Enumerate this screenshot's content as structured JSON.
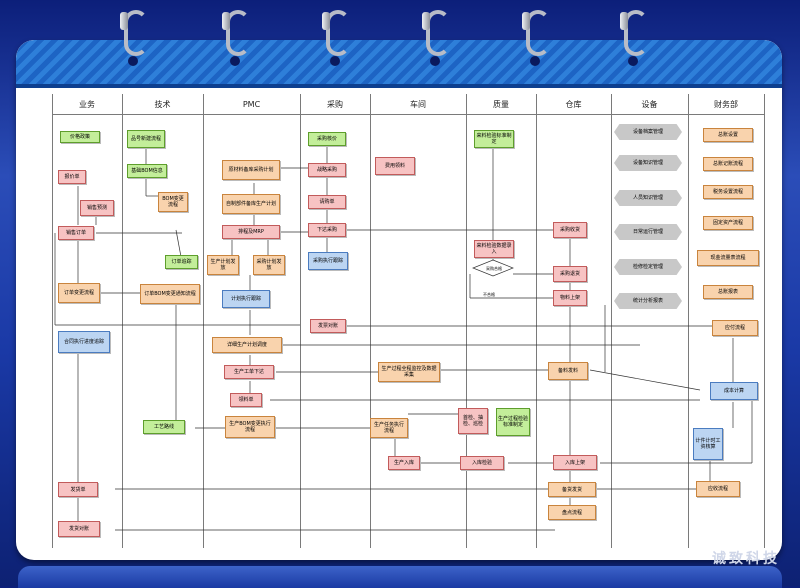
{
  "lanes": [
    "业务",
    "技术",
    "PMC",
    "采购",
    "车间",
    "质量",
    "仓库",
    "设备",
    "财务部"
  ],
  "nodes": {
    "jgzc": "价格政策",
    "bjd": "报价单",
    "xsyc": "销售预测",
    "xsdd": "销售订单",
    "ddbg": "订单变更流程",
    "htzx": "合同执行进度追踪",
    "fhd": "发货单",
    "fhdz": "发货对账",
    "phxj": "品号新建流程",
    "jcbom": "基础BOM信息",
    "bombg": "BOM变更流程",
    "ddtz": "订单追踪",
    "ddbombg": "订单BOM变更通知流程",
    "gylx": "工艺路线",
    "ycl": "原材料备库采购计划",
    "zzbj": "自制部件备库生产计划",
    "pcmrp": "排程及MRP",
    "scjh": "生产计划发放",
    "cgjh": "采购计划发放",
    "jhzx": "计划执行跟踪",
    "xxsc": "详细生产计划调度",
    "scgd": "生产工单下达",
    "llyd": "领料单",
    "scbom": "生产BOM变更执行流程",
    "cghb": "采购核价",
    "zlcg": "战略采购",
    "qgd": "请购单",
    "xdcg": "下达采购",
    "cgzx": "采购执行跟踪",
    "fpdz": "发票对账",
    "fyll": "费用领料",
    "scgc": "生产任务执行流程",
    "scrk": "生产入库",
    "wljb": "来料检验标准制定",
    "wljy": "来料检验数据录入",
    "cjhg": "采购合格",
    "scgk": "生产过程全程监控及数据采集",
    "sjcj": "首检、抽检、巡检",
    "scgj": "生产过程检验标准制定",
    "rkjy": "入库检验",
    "cgsh": "采购收货",
    "cgtl": "采购退货",
    "wlsj": "物料上架",
    "blfl": "备料发料",
    "rksj": "入库上架",
    "bhfh": "备货发货",
    "pdlc": "盘点流程",
    "sbda": "设备档案管理",
    "sbzs": "设备知识管理",
    "ryzs": "人员知识管理",
    "rcyx": "日常运行管理",
    "jxjd": "检修检定管理",
    "tjfx": "统计分析报表",
    "zzsz": "总账设置",
    "zzjz": "总账记账流程",
    "swsz": "税务设置流程",
    "gdzc": "固定资产流程",
    "xjll": "现金流量表流程",
    "zzbb": "总账报表",
    "yflc": "应付流程",
    "cbjs": "成本计算",
    "jjgz": "计件计时工资核算",
    "yslc": "应收流程",
    "fail": "不合格"
  },
  "watermark": "诚致科技"
}
